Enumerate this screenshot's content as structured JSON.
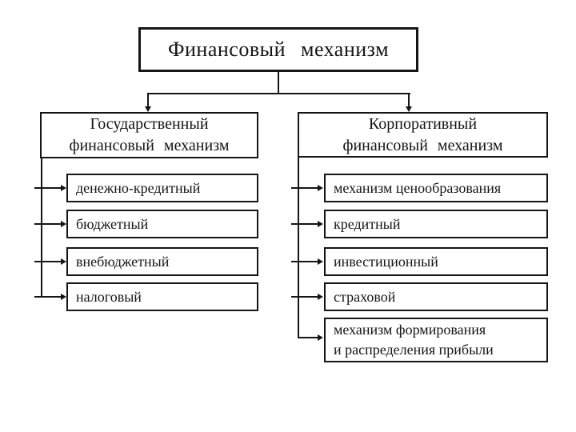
{
  "diagram": {
    "title": "Финансовый механизм",
    "branches": [
      {
        "header": "Государственный\nфинансовый механизм",
        "items": [
          "денежно-кредитный",
          "бюджетный",
          "внебюджетный",
          "налоговый"
        ]
      },
      {
        "header": "Корпоративный\nфинансовый механизм",
        "items": [
          "механизм ценообразования",
          "кредитный",
          "инвестиционный",
          "страховой",
          "механизм формирования\nи распределения прибыли"
        ]
      }
    ],
    "colors": {
      "line": "#151515",
      "text": "#151515",
      "box_background": "#ffffff",
      "page_background": "#fefefe"
    }
  }
}
